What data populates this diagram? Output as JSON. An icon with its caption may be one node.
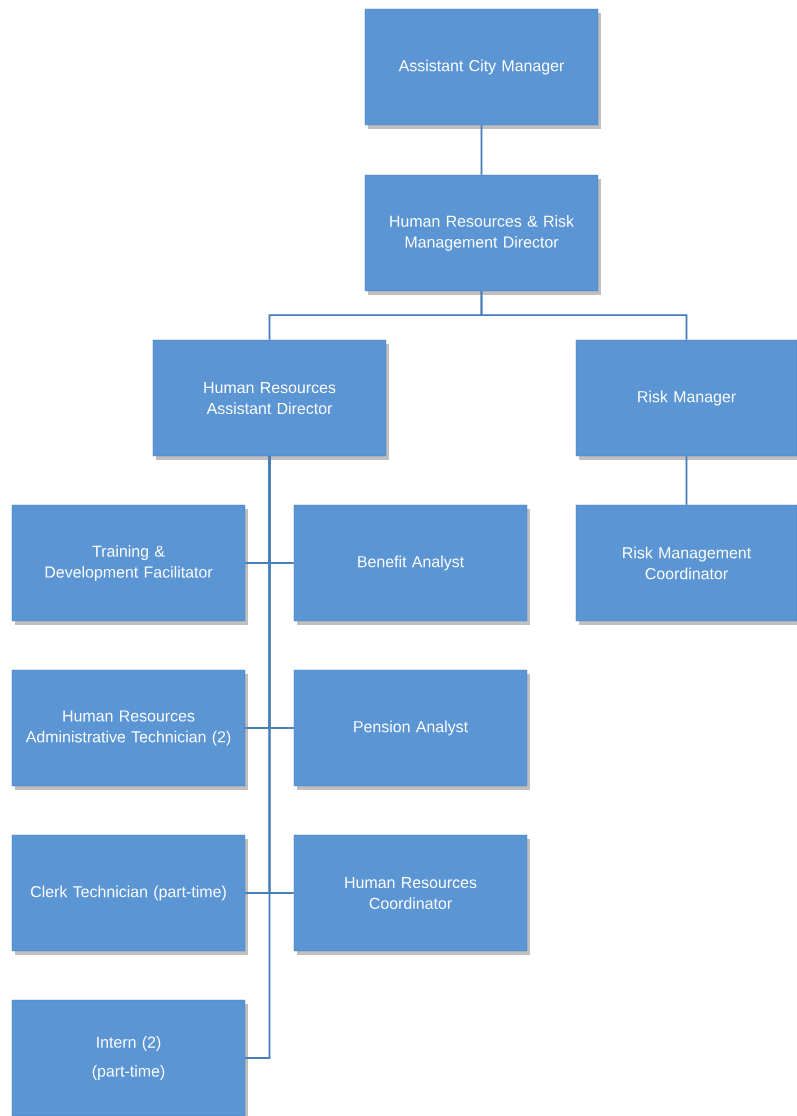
{
  "diagram": {
    "nodes": [
      {
        "text": [
          "Assistant City Manager"
        ]
      },
      {
        "text": [
          "Human Resources & Risk Management Director"
        ]
      },
      {
        "text": [
          "Human Resources Assistant Director"
        ]
      },
      {
        "text": [
          "Risk Manager"
        ]
      },
      {
        "text": [
          "Training & Development Facilitator"
        ]
      },
      {
        "text": [
          "Benefit Analyst"
        ]
      },
      {
        "text": [
          "Risk Management Coordinator"
        ]
      },
      {
        "text": [
          "Human Resources Administrative Technician (2)"
        ]
      },
      {
        "text": [
          "Pension Analyst"
        ]
      },
      {
        "text": [
          "Clerk Technician (part-time)"
        ]
      },
      {
        "text": [
          "Human Resources Coordinator"
        ]
      },
      {
        "text": [
          "Intern (2)",
          "(part-time)"
        ]
      }
    ],
    "edges": [
      {
        "from": 0,
        "to": 1,
        "arrow": "none"
      },
      {
        "from": 1,
        "to": 2,
        "arrow": "none"
      },
      {
        "from": 1,
        "to": 3,
        "arrow": "none"
      },
      {
        "from": 2,
        "to": 4,
        "arrow": "none"
      },
      {
        "from": 2,
        "to": 5,
        "arrow": "none"
      },
      {
        "from": 3,
        "to": 6,
        "arrow": "none"
      },
      {
        "from": 2,
        "to": 7,
        "arrow": "none"
      },
      {
        "from": 2,
        "to": 8,
        "arrow": "none"
      },
      {
        "from": 2,
        "to": 9,
        "arrow": "none"
      },
      {
        "from": 2,
        "to": 10,
        "arrow": "none"
      },
      {
        "from": 2,
        "to": 11,
        "arrow": "none"
      }
    ]
  }
}
